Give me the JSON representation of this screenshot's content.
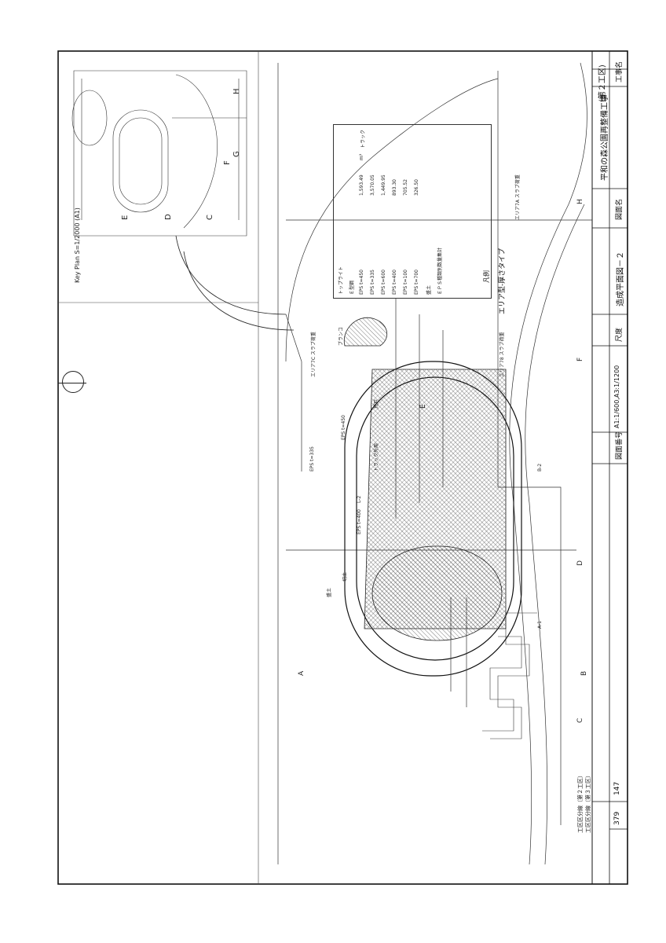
{
  "sheet": {
    "phase": "(第２工区)",
    "labels": {
      "project": "工事名",
      "drawing": "図面名",
      "scale": "尺度",
      "number": "図面番号"
    },
    "project_name": "平和の森公園再整備工事",
    "drawing_name": "造成平面図－２",
    "scale": "A1:1/600,A3:1/1200",
    "drawing_number": "147",
    "page": "379"
  },
  "key_plan": {
    "title": "Key Plan S=1/2000 (A1)",
    "markers": [
      "C",
      "D",
      "E",
      "F",
      "G",
      "H"
    ]
  },
  "legend": {
    "title": "凡例",
    "area_type": "エリア型-厚さタイプ",
    "sections": [
      "トップライト",
      "Ｅ型鋼",
      "EPS t=450",
      "EPS t=335",
      "EPS t=600",
      "EPS t=400",
      "EPS t=100",
      "EPS t=700",
      "盛土",
      "ＥＰＳ種類別数量集計"
    ],
    "values": [
      "1,593.49",
      "3,570.05",
      "1,449.95",
      "893.30",
      "705.52",
      "326.50",
      "m³",
      "トラック"
    ]
  },
  "plan": {
    "section_markers": [
      "A",
      "B",
      "C",
      "D",
      "E",
      "F",
      "H"
    ],
    "annotations": [
      "ブランコ",
      "L-2",
      "A-1",
      "B-2",
      "エリア78 スラブ荷重",
      "エリア7C スラブ荷重",
      "エリア7A スラブ荷重",
      "EPS t=335",
      "EPS t=450",
      "EPS t=400",
      "トラック外周",
      "荒戸",
      "盛土",
      "切土"
    ]
  },
  "notes": [
    "工区区分線（第２工区）",
    "工区区分線（第３工区）"
  ]
}
